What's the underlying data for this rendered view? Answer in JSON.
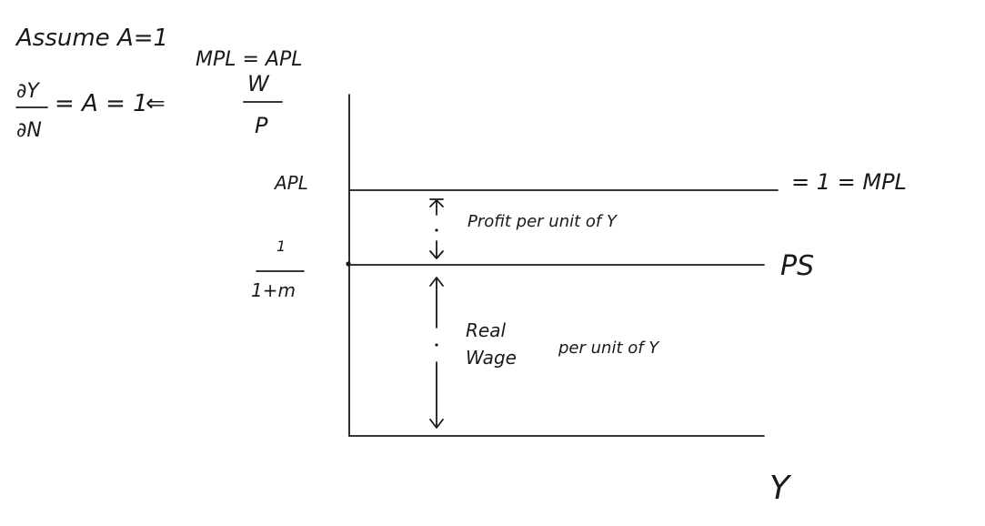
{
  "notes": {
    "assume": "Assume A=1",
    "derivative_num": "∂Y",
    "derivative_den": "∂N",
    "equals_a": "= A = 1",
    "arrow": "⇐",
    "mpl_apl": "MPL = APL",
    "wp_num": "W",
    "wp_den": "P"
  },
  "axes": {
    "apl_label": "APL",
    "markup_num": "1",
    "markup_den": "1+m",
    "x_label": "Y"
  },
  "lines": {
    "top_label": "= 1 = MPL",
    "ps_label": "PS"
  },
  "annotations": {
    "profit": "Profit per unit of Y",
    "wage_line1": "Real",
    "wage_line2": "Wage",
    "wage_rest": "per unit of Y"
  }
}
